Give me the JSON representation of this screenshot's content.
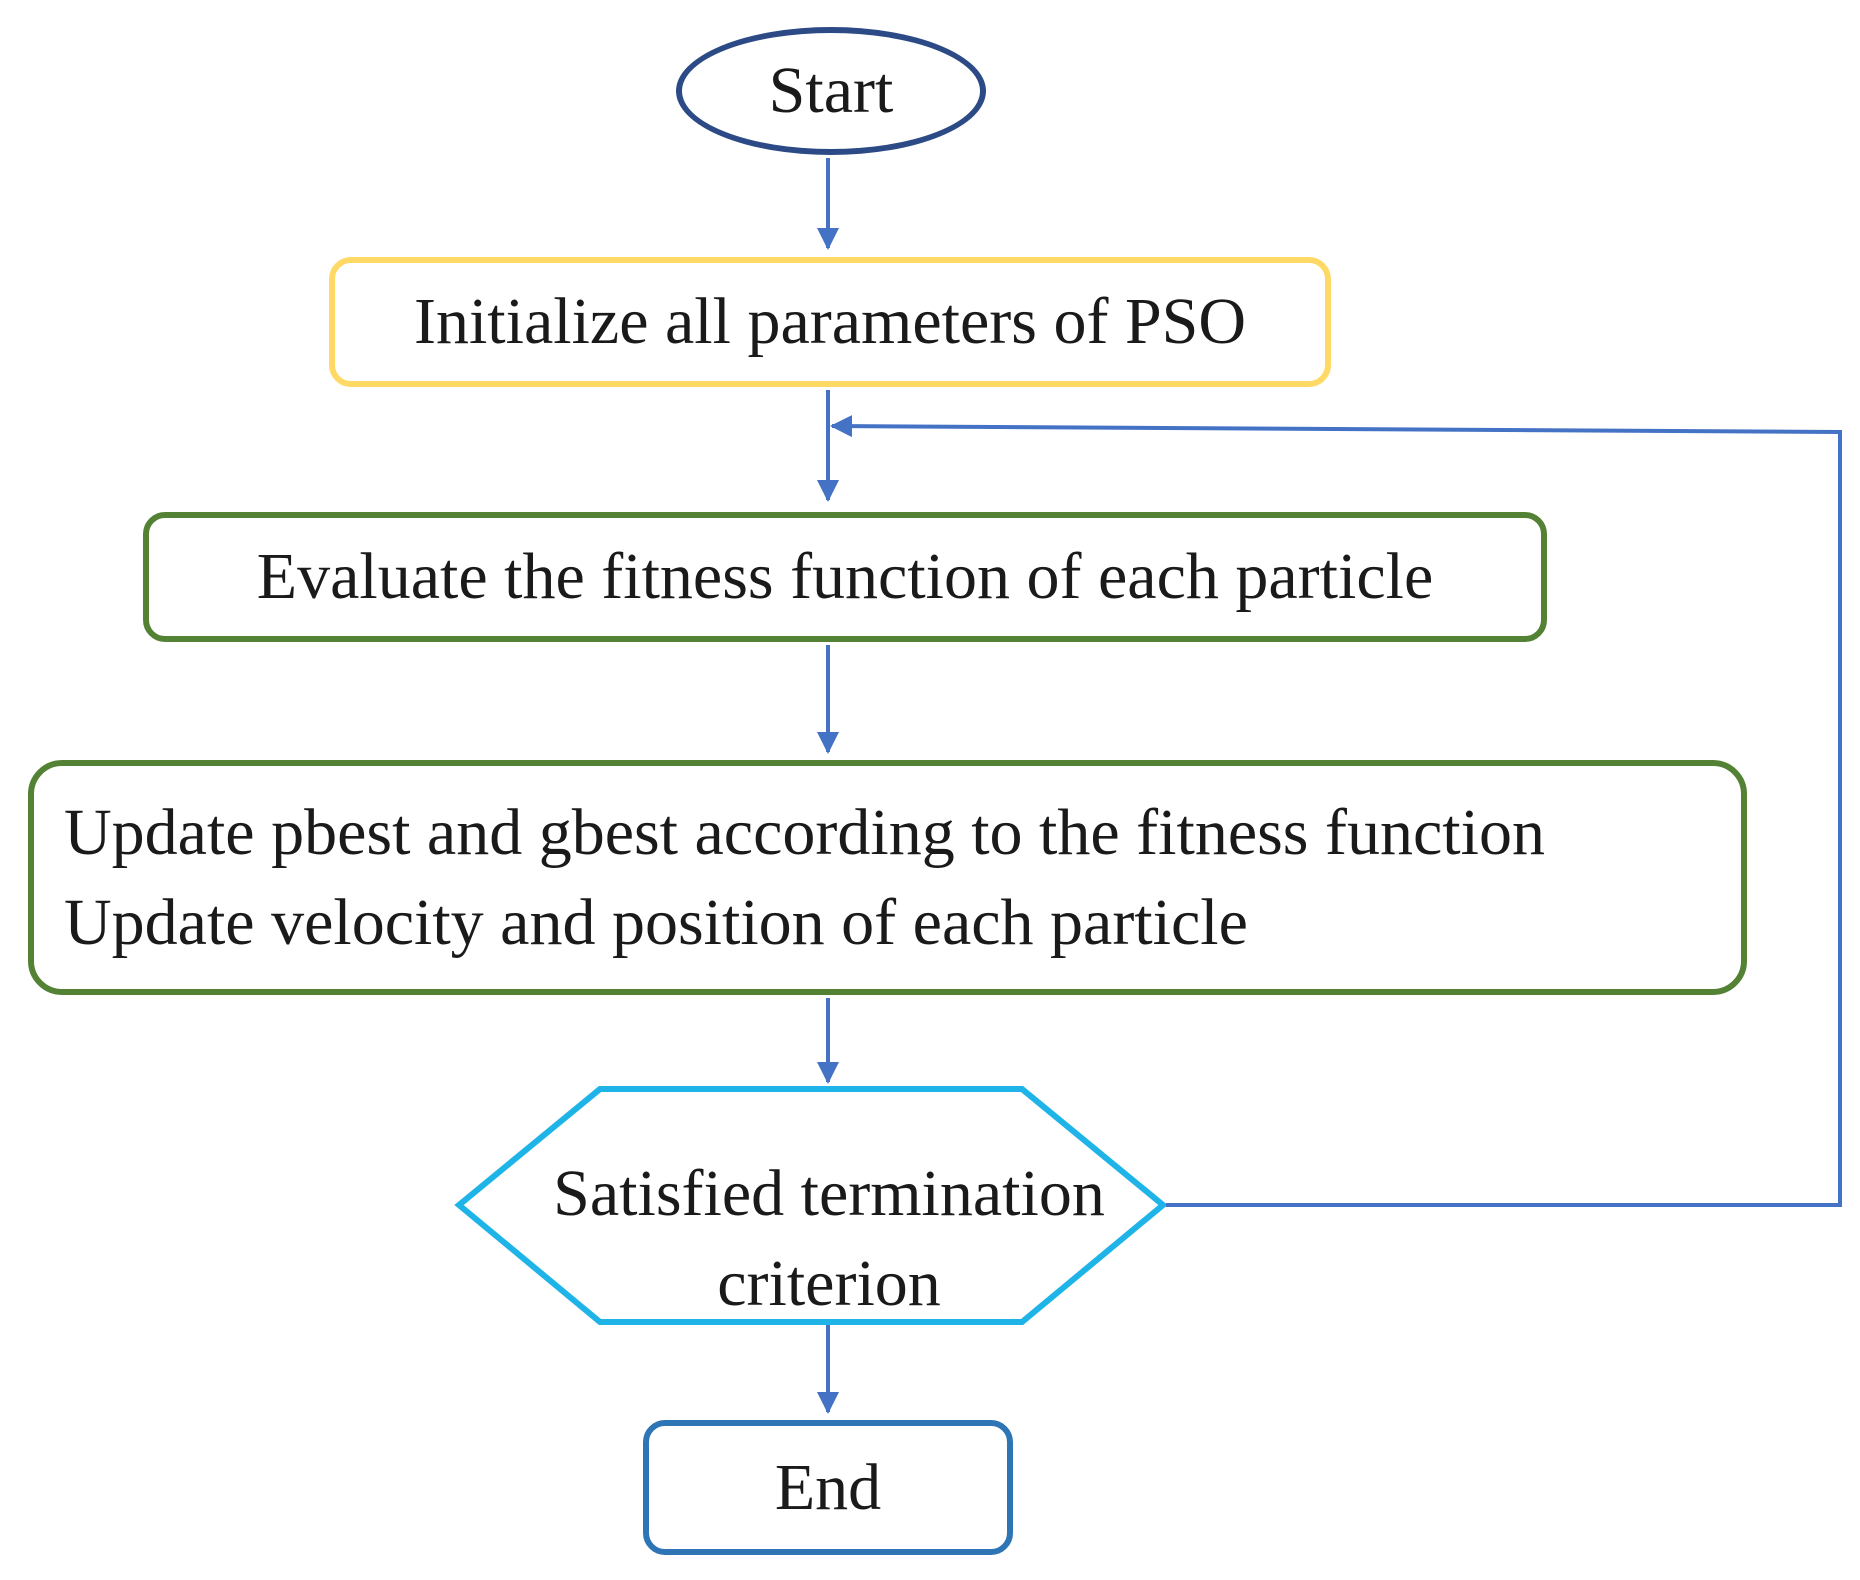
{
  "nodes": {
    "start": "Start",
    "init": "Initialize all parameters of PSO",
    "evaluate": "Evaluate the fitness function of each particle",
    "update_line1": "Update pbest and gbest according to the fitness function",
    "update_line2": "Update velocity and position of each particle",
    "decision_line1": "Satisfied termination",
    "decision_line2": "criterion",
    "end": "End"
  },
  "colors": {
    "arrow": "#4472c4",
    "start_border": "#2c4a85",
    "init_border": "#ffd966",
    "process_border": "#548235",
    "decision_border": "#1eb4e8",
    "end_border": "#2e75b6",
    "text": "#1a1a1a"
  }
}
